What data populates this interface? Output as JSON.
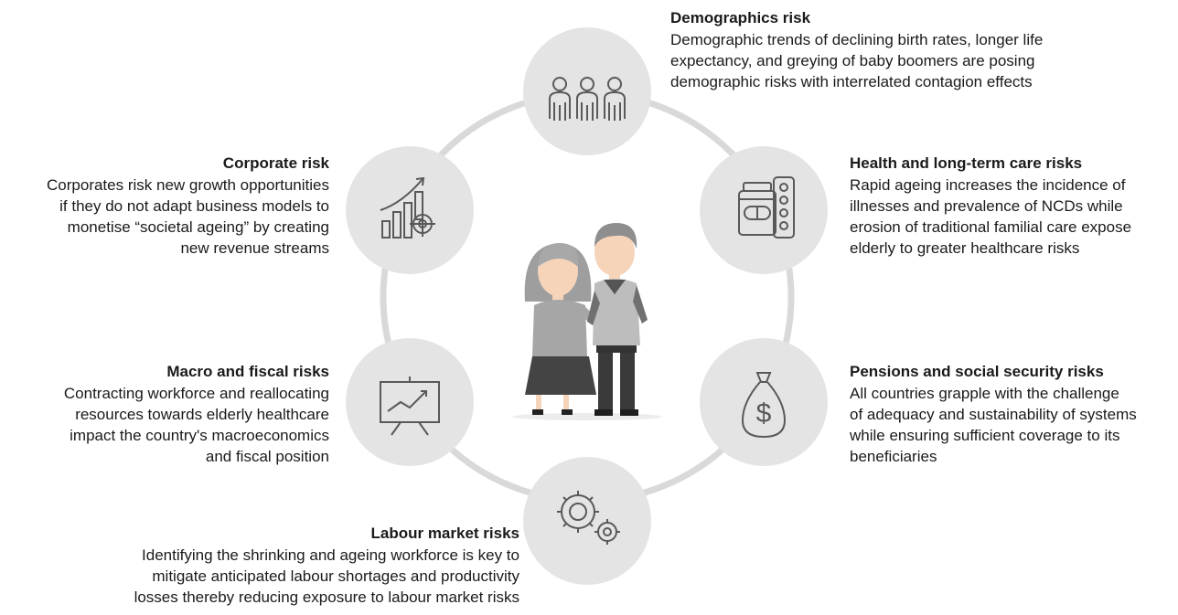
{
  "risks": [
    {
      "key": "demographics",
      "icon": "family-icon",
      "title": "Demographics risk",
      "text": "Demographic trends of declining birth rates, longer life\nexpectancy, and greying of baby boomers are posing\ndemographic risks with interrelated contagion effects"
    },
    {
      "key": "health",
      "icon": "medicine-icon",
      "title": "Health and long-term care risks",
      "text": "Rapid ageing increases the incidence of\nillnesses and prevalence of NCDs while\nerosion of traditional familial care expose\nelderly to greater healthcare risks"
    },
    {
      "key": "pensions",
      "icon": "money-bag-icon",
      "title": "Pensions and social security risks",
      "text": "All countries grapple with the challenge\nof adequacy and sustainability of systems\nwhile ensuring sufficient coverage to its\nbeneficiaries"
    },
    {
      "key": "labour",
      "icon": "gears-icon",
      "title": "Labour market risks",
      "text": "Identifying the shrinking and ageing workforce is key to\nmitigate anticipated labour shortages and productivity\nlosses thereby reducing exposure to labour market risks"
    },
    {
      "key": "macro",
      "icon": "presentation-chart-icon",
      "title": "Macro and fiscal risks",
      "text": "Contracting workforce and reallocating\nresources towards elderly healthcare\nimpact the country's macroeconomics\nand fiscal position"
    },
    {
      "key": "corporate",
      "icon": "growth-target-icon",
      "title": "Corporate risk",
      "text": "Corporates risk new growth opportunities\nif they do not adapt business models to\nmonetise “societal ageing” by creating\nnew  revenue streams"
    }
  ],
  "colors": {
    "ring": "#d9d9d9",
    "node": "#e4e4e4",
    "icon": "#595959"
  }
}
